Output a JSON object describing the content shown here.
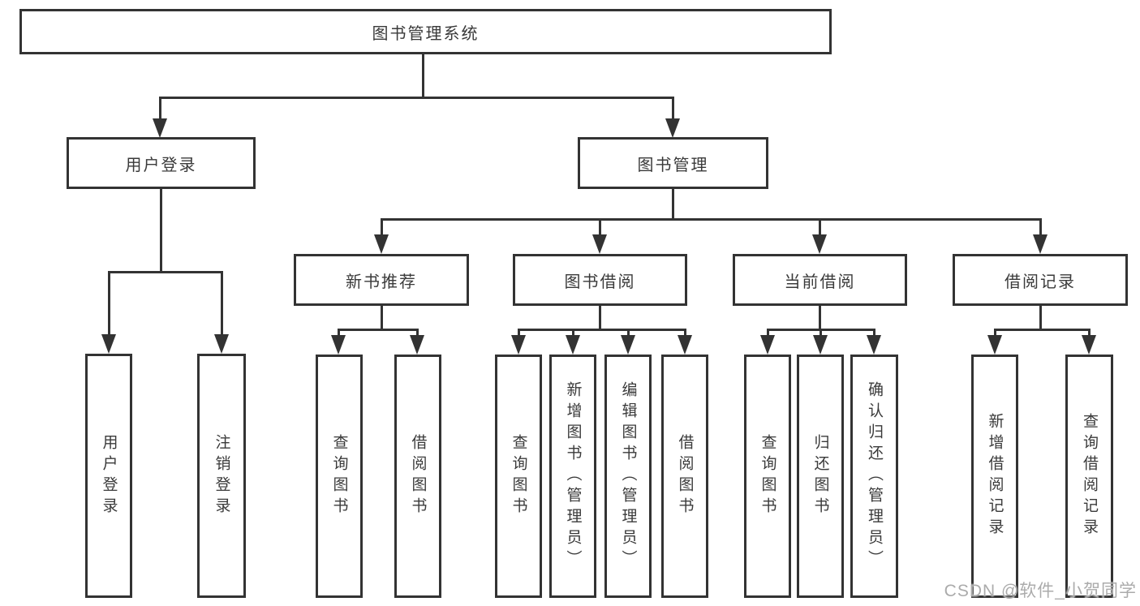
{
  "diagram": {
    "root": {
      "label": "图书管理系统"
    },
    "level2": {
      "user_login": {
        "label": "用户登录"
      },
      "book_mgmt": {
        "label": "图书管理"
      }
    },
    "level3": {
      "new_books": {
        "label": "新书推荐"
      },
      "borrowing": {
        "label": "图书借阅"
      },
      "current": {
        "label": "当前借阅"
      },
      "records": {
        "label": "借阅记录"
      }
    },
    "leaves": {
      "user_login": {
        "label": "用户登录"
      },
      "logout": {
        "label": "注销登录"
      },
      "query_books_newrec": {
        "label": "查询图书"
      },
      "borrow_books_newrec": {
        "label": "借阅图书"
      },
      "query_books_borrow": {
        "label": "查询图书"
      },
      "add_books_admin": {
        "label": "新增图书（管理员）"
      },
      "edit_books_admin": {
        "label": "编辑图书（管理员）"
      },
      "borrow_books_borrow": {
        "label": "借阅图书"
      },
      "query_books_current": {
        "label": "查询图书"
      },
      "return_books": {
        "label": "归还图书"
      },
      "confirm_return_admin": {
        "label": "确认归还（管理员）"
      },
      "add_borrow_record": {
        "label": "新增借阅记录"
      },
      "query_borrow_record": {
        "label": "查询借阅记录"
      }
    }
  },
  "watermark": {
    "text": "CSDN @软件_小贺同学"
  },
  "colors": {
    "background": "#ffffff",
    "box_border": "#333333",
    "connector": "#333333",
    "text": "#3a3a3a",
    "watermark_text": "#ababab"
  }
}
